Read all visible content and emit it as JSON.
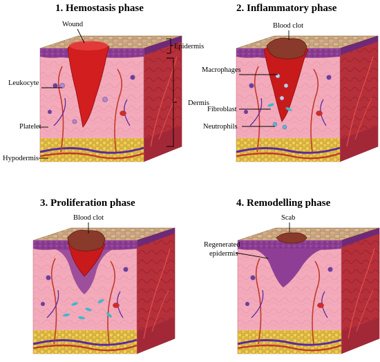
{
  "panels": [
    {
      "title": "1. Hemostasis phase",
      "labels": {
        "wound": "Wound",
        "epidermis": "Epidermis",
        "leukocyte": "Leukocyte",
        "dermis": "Dermis",
        "platelet": "Platelet",
        "hypodermis": "Hypodermis"
      }
    },
    {
      "title": "2. Inflammatory phase",
      "labels": {
        "blood_clot": "Blood clot",
        "macrophages": "Macrophages",
        "fibroblast": "Fibroblast",
        "neutrophils": "Neutrophils"
      }
    },
    {
      "title": "3. Proliferation phase",
      "labels": {
        "blood_clot": "Blood clot"
      }
    },
    {
      "title": "4. Remodelling phase",
      "labels": {
        "scab": "Scab",
        "regenerated_line1": "Regenerated",
        "regenerated_line2": "epidermis"
      }
    }
  ],
  "colors": {
    "skin_surface": "#c8a47c",
    "epidermis": "#8e3f95",
    "dermis": "#f2a7b8",
    "side_face": "#b8323a",
    "wound": "#d21e1e",
    "scab": "#7a3a2a",
    "fat": "#e3c23a"
  }
}
